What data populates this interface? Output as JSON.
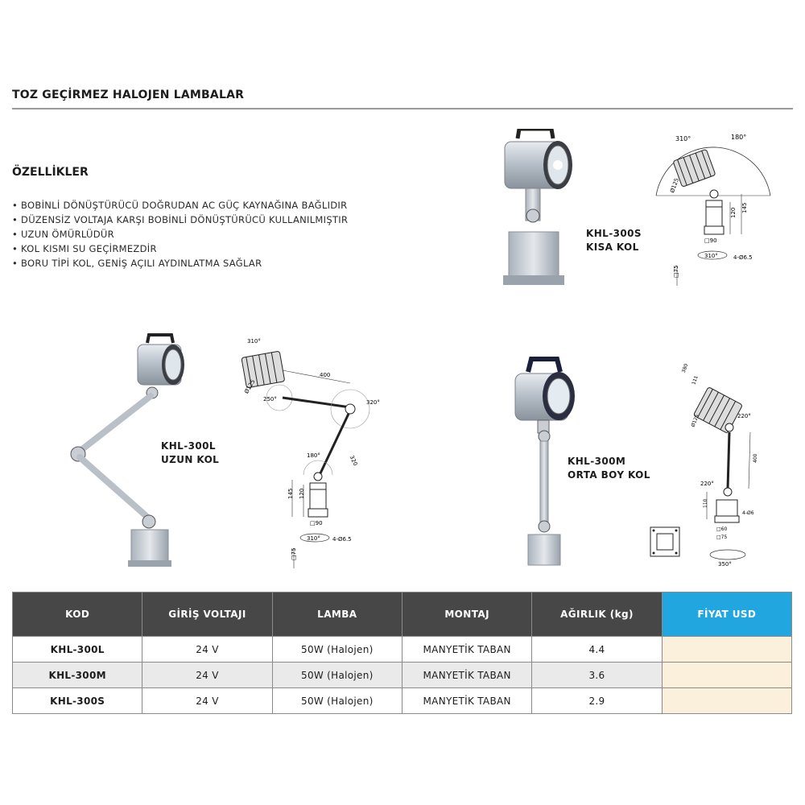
{
  "header": {
    "title": "TOZ GEÇİRMEZ HALOJEN LAMBALAR"
  },
  "features": {
    "title": "ÖZELLİKLER",
    "items": [
      "BOBİNLİ DÖNÜŞTÜRÜCÜ DOĞRUDAN AC GÜÇ KAYNAĞINA BAĞLIDIR",
      "DÜZENSİZ VOLTAJA KARŞI BOBİNLİ DÖNÜŞTÜRÜCÜ KULLANILMIŞTIR",
      "UZUN ÖMÜRLÜDÜR",
      "KOL KISMI SU GEÇİRMEZDİR",
      "BORU TİPİ KOL, GENİŞ AÇILI AYDINLATMA SAĞLAR"
    ]
  },
  "models": {
    "short": {
      "code": "KHL-300S",
      "desc": "KISA KOL",
      "dims": {
        "angle_top": "310°",
        "angle_arc": "180°",
        "dia": "Ø125",
        "h1": "120",
        "h2": "145",
        "base": "□90",
        "rot": "310°",
        "holes": "4-Ø6.5",
        "foot": "□75"
      }
    },
    "long": {
      "code": "KHL-300L",
      "desc": "UZUN KOL",
      "dims": {
        "angle_top": "310°",
        "dia": "Ø125",
        "len1": "400",
        "a1": "250°",
        "a2": "320°",
        "len2": "320",
        "a3": "180°",
        "h1": "120",
        "h2": "145",
        "base": "□90",
        "rot": "310°",
        "holes": "4-Ø6.5",
        "foot": "□75"
      }
    },
    "medium": {
      "code": "KHL-300M",
      "desc": "ORTA BOY KOL",
      "dims": {
        "top1": "380",
        "top2": "111",
        "dia": "Ø125",
        "a1": "220°",
        "len": "400",
        "a2": "220°",
        "h": "110",
        "holes": "4-Ø6",
        "base": "□60",
        "foot": "□75",
        "rot": "350°"
      }
    }
  },
  "table": {
    "headers": [
      "KOD",
      "GİRİŞ VOLTAJI",
      "LAMBA",
      "MONTAJ",
      "AĞIRLIK (kg)",
      "FİYAT USD"
    ],
    "rows": [
      [
        "KHL-300L",
        "24 V",
        "50W (Halojen)",
        "MANYETİK TABAN",
        "4.4",
        ""
      ],
      [
        "KHL-300M",
        "24 V",
        "50W (Halojen)",
        "MANYETİK TABAN",
        "3.6",
        ""
      ],
      [
        "KHL-300S",
        "24 V",
        "50W (Halojen)",
        "MANYETİK TABAN",
        "2.9",
        ""
      ]
    ]
  },
  "colors": {
    "header_bg": "#474747",
    "price_header_bg": "#22a6e0",
    "price_cell_bg": "#fbf0dc"
  }
}
